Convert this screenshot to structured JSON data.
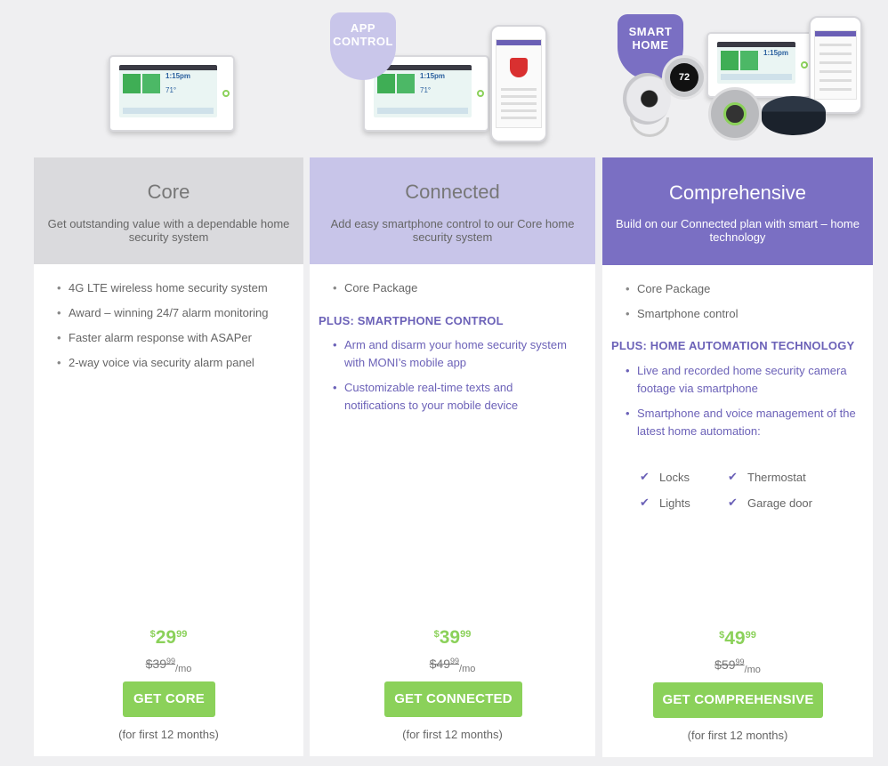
{
  "images": {
    "app_badge": "APP\nCONTROL",
    "smart_badge": "SMART\nHOME",
    "screen_time": "1:15pm",
    "screen_temp": "71°",
    "thermostat_value": "72"
  },
  "plans": [
    {
      "name": "Core",
      "desc": "Get outstanding value with a dependable home security system",
      "features": [
        "4G LTE wireless home security system",
        "Award – winning 24/7 alarm monitoring",
        "Faster alarm response with ASAPer",
        "2-way voice via security alarm panel"
      ],
      "price_dollars": "29",
      "price_cents": "99",
      "old_dollars": "39",
      "old_cents": "99",
      "per": "/mo",
      "cta": "GET CORE",
      "note": "(for first 12 months)"
    },
    {
      "name": "Connected",
      "desc": "Add easy smartphone control to our Core home security system",
      "features": [
        "Core Package"
      ],
      "plus_title": "PLUS: SMARTPHONE CONTROL",
      "plus_features": [
        "Arm and disarm your home security system with MONI’s mobile app",
        "Customizable real-time texts and notifications to your mobile device"
      ],
      "price_dollars": "39",
      "price_cents": "99",
      "old_dollars": "49",
      "old_cents": "99",
      "per": "/mo",
      "cta": "GET CONNECTED",
      "note": "(for first 12 months)"
    },
    {
      "name": "Comprehensive",
      "desc": "Build on our Connected plan with smart – home technology",
      "features": [
        "Core Package",
        "Smartphone control"
      ],
      "plus_title": "PLUS: HOME AUTOMATION TECHNOLOGY",
      "plus_features": [
        "Live and recorded home security camera footage via smartphone",
        "Smartphone and voice management of the latest home automation:"
      ],
      "checks": [
        "Locks",
        "Thermostat",
        "Lights",
        "Garage door"
      ],
      "price_dollars": "49",
      "price_cents": "99",
      "old_dollars": "59",
      "old_cents": "99",
      "per": "/mo",
      "cta": "GET COMPREHENSIVE",
      "note": "(for first 12 months)"
    }
  ],
  "currency": "$",
  "colors": {
    "accent_green": "#8bd15a",
    "purple": "#7a6fc3",
    "light_purple": "#c8c5e9",
    "gray_head": "#dadadd"
  }
}
